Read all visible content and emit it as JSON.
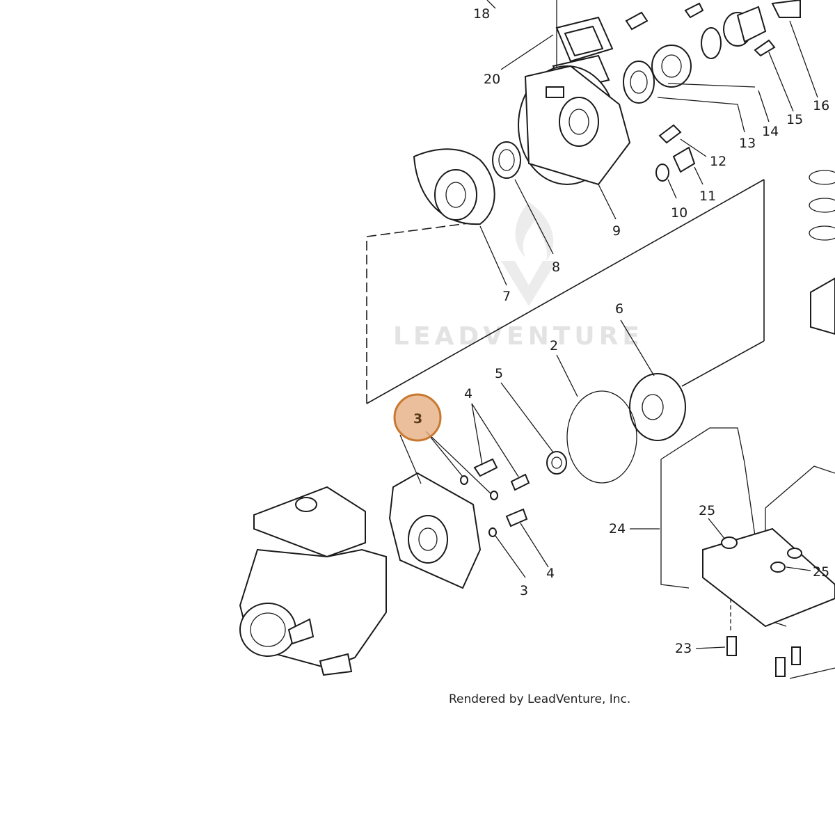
{
  "callouts": {
    "c2": "2",
    "c3_top": "3",
    "c3_bottom": "3",
    "c4_top": "4",
    "c4_bottom": "4",
    "c5": "5",
    "c6": "6",
    "c7": "7",
    "c8": "8",
    "c9": "9",
    "c10": "10",
    "c11": "11",
    "c12": "12",
    "c13": "13",
    "c14": "14",
    "c15": "15",
    "c16": "16",
    "c18": "18",
    "c20": "20",
    "c23": "23",
    "c24": "24",
    "c25_left": "25",
    "c25_right": "25"
  },
  "highlight": {
    "label": "3",
    "color": "#e8b48a",
    "border": "#c8782f"
  },
  "watermark": {
    "text": "LEADVENTURE"
  },
  "footer": {
    "text": "Rendered by LeadVenture, Inc."
  }
}
